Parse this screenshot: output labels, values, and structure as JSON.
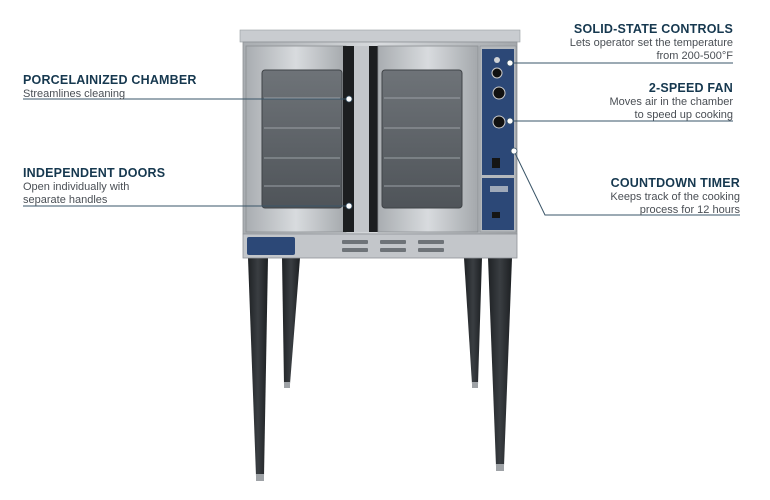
{
  "callouts": {
    "chamber": {
      "title": "PORCELAINIZED CHAMBER",
      "lines": [
        "Streamlines cleaning"
      ]
    },
    "doors": {
      "title": "INDEPENDENT DOORS",
      "lines": [
        "Open individually with",
        "separate handles"
      ]
    },
    "controls": {
      "title": "SOLID-STATE CONTROLS",
      "lines": [
        "Lets operator set the temperature",
        "from 200-500°F"
      ]
    },
    "fan": {
      "title": "2-SPEED FAN",
      "lines": [
        "Moves air in the chamber",
        "to speed up cooking"
      ]
    },
    "timer": {
      "title": "COUNTDOWN TIMER",
      "lines": [
        "Keeps track of the cooking",
        "process for 12 hours"
      ]
    }
  },
  "colors": {
    "title": "#16384f",
    "body": "#4a4f55",
    "leader": "#3a5568",
    "steel": "#b9bdc1",
    "control_panel": "#2c4877",
    "legs": "#2b2e31"
  }
}
